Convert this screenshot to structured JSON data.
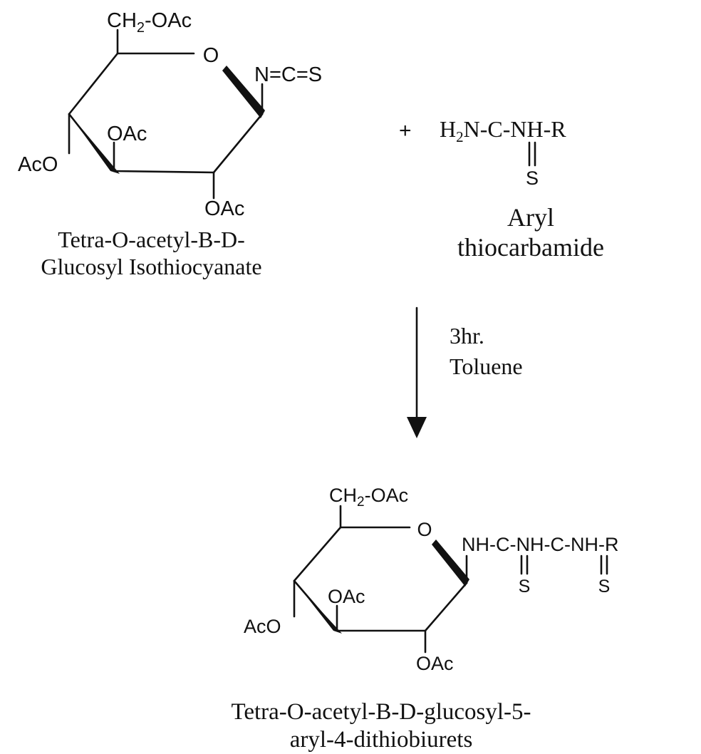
{
  "reactant1": {
    "top_substituent": {
      "main": "CH",
      "sub": "2",
      "rest": "-OAc"
    },
    "ring_oxygen": "O",
    "anomeric_group": "N=C=S",
    "c2_group": "OAc",
    "c3_group": "OAc",
    "c4_group": "AcO",
    "name_line1": "Tetra-O-acetyl-B-D-",
    "name_line2": "Glucosyl Isothiocyanate"
  },
  "plus_sign": "+",
  "reactant2": {
    "formula": {
      "h": "H",
      "sub": "2",
      "rest": "N-C-NH-R"
    },
    "thione_s": "S",
    "name_line1": "Aryl",
    "name_line2": "thiocarbamide"
  },
  "conditions": {
    "line1": "3hr.",
    "line2": "Toluene"
  },
  "product": {
    "top_substituent": {
      "main": "CH",
      "sub": "2",
      "rest": "-OAc"
    },
    "ring_oxygen": "O",
    "chain": "NH-C-NH-C-NH-R",
    "thione_s1": "S",
    "thione_s2": "S",
    "c2_group": "OAc",
    "c3_group": "OAc",
    "c4_group": "AcO",
    "name_line1": "Tetra-O-acetyl-B-D-glucosyl-5-",
    "name_line2": "aryl-4-dithiobiurets"
  },
  "colors": {
    "ink": "#111111",
    "background": "#ffffff"
  }
}
